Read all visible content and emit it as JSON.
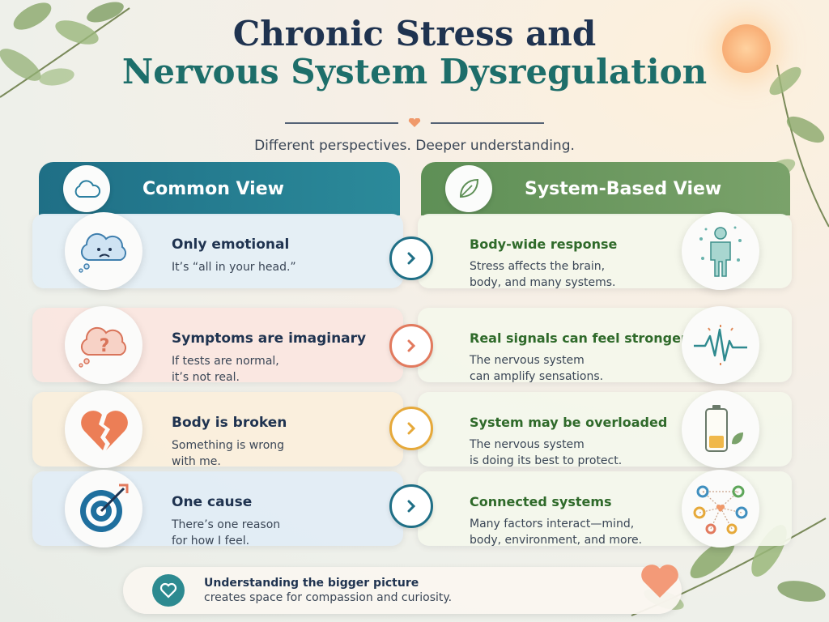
{
  "title": {
    "line1": "Chronic Stress and",
    "line2": "Nervous System Dysregulation"
  },
  "subtitle": "Different perspectives. Deeper understanding.",
  "columns": {
    "left": {
      "label": "Common View",
      "icon": "cloud-icon"
    },
    "right": {
      "label": "System-Based View",
      "icon": "leaf-icon"
    }
  },
  "rows": [
    {
      "left": {
        "heading": "Only emotional",
        "body": [
          "It’s “all in your head.”"
        ],
        "icon": "sad-cloud-icon"
      },
      "right": {
        "heading": "Body-wide response",
        "body": [
          "Stress affects the brain,",
          "body, and many systems."
        ],
        "icon": "body-icon"
      }
    },
    {
      "left": {
        "heading": "Symptoms are imaginary",
        "body": [
          "If tests are normal,",
          "it’s not real."
        ],
        "icon": "question-cloud-icon"
      },
      "right": {
        "heading": "Real signals can feel stronger",
        "body": [
          "The nervous system",
          "can amplify sensations."
        ],
        "icon": "pulse-icon"
      }
    },
    {
      "left": {
        "heading": "Body is broken",
        "body": [
          "Something is wrong",
          "with me."
        ],
        "icon": "broken-heart-icon"
      },
      "right": {
        "heading": "System may be overloaded",
        "body": [
          "The nervous system",
          "is doing its best to protect."
        ],
        "icon": "battery-icon"
      }
    },
    {
      "left": {
        "heading": "One cause",
        "body": [
          "There’s one reason",
          "for how I feel."
        ],
        "icon": "target-icon"
      },
      "right": {
        "heading": "Connected systems",
        "body": [
          "Many factors interact—mind,",
          "body, environment, and more."
        ],
        "icon": "network-icon"
      }
    }
  ],
  "footer": {
    "heading": "Understanding the bigger picture",
    "body": "creates space for compassion and curiosity.",
    "icon": "heart-icon"
  },
  "colors": {
    "navy": "#1f3350",
    "teal": "#1f6f86",
    "green": "#5e8f56",
    "coral": "#e27a5e",
    "amber": "#e6a93a"
  }
}
